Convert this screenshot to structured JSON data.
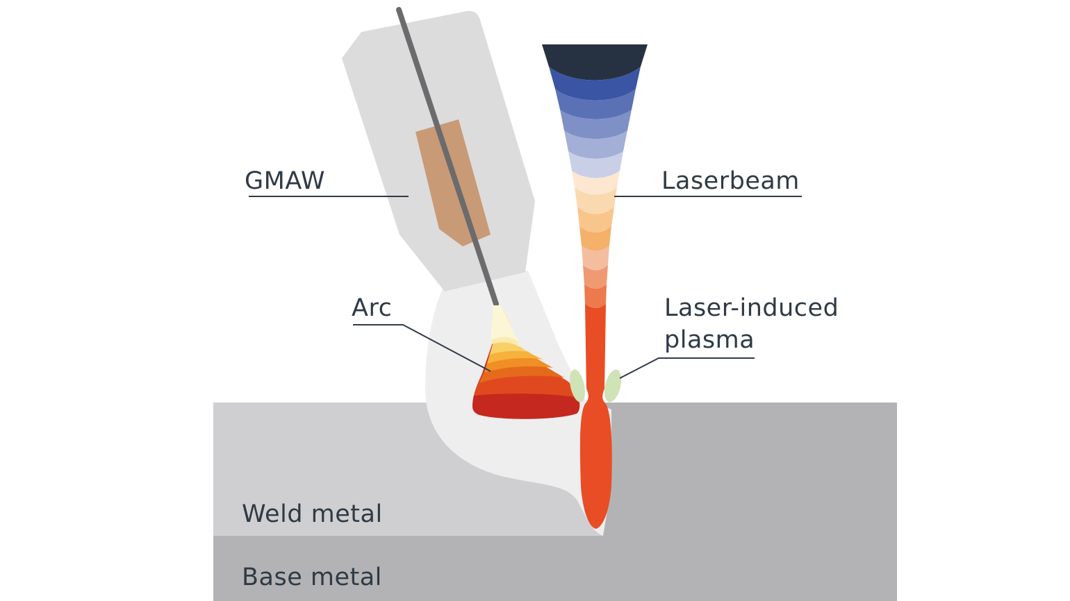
{
  "labels": {
    "gmaw": "GMAW",
    "laserbeam": "Laserbeam",
    "arc": "Arc",
    "plasma_line1": "Laser-induced",
    "plasma_line2": "plasma",
    "weld_metal": "Weld metal",
    "base_metal": "Base metal"
  },
  "colors": {
    "text": "#2f3a45",
    "leader_line": "#2f3a45",
    "base_metal": "#b3b3b5",
    "weld_metal": "#cfcfd1",
    "melt_zone": "#eeeeef",
    "torch_body": "#dcdcdd",
    "electrode": "#6b6b6e",
    "contact_tip": "#c99a76",
    "laser_top": "#263241",
    "laser_core": "#e84d25",
    "plasma": "#cfe3b6"
  }
}
